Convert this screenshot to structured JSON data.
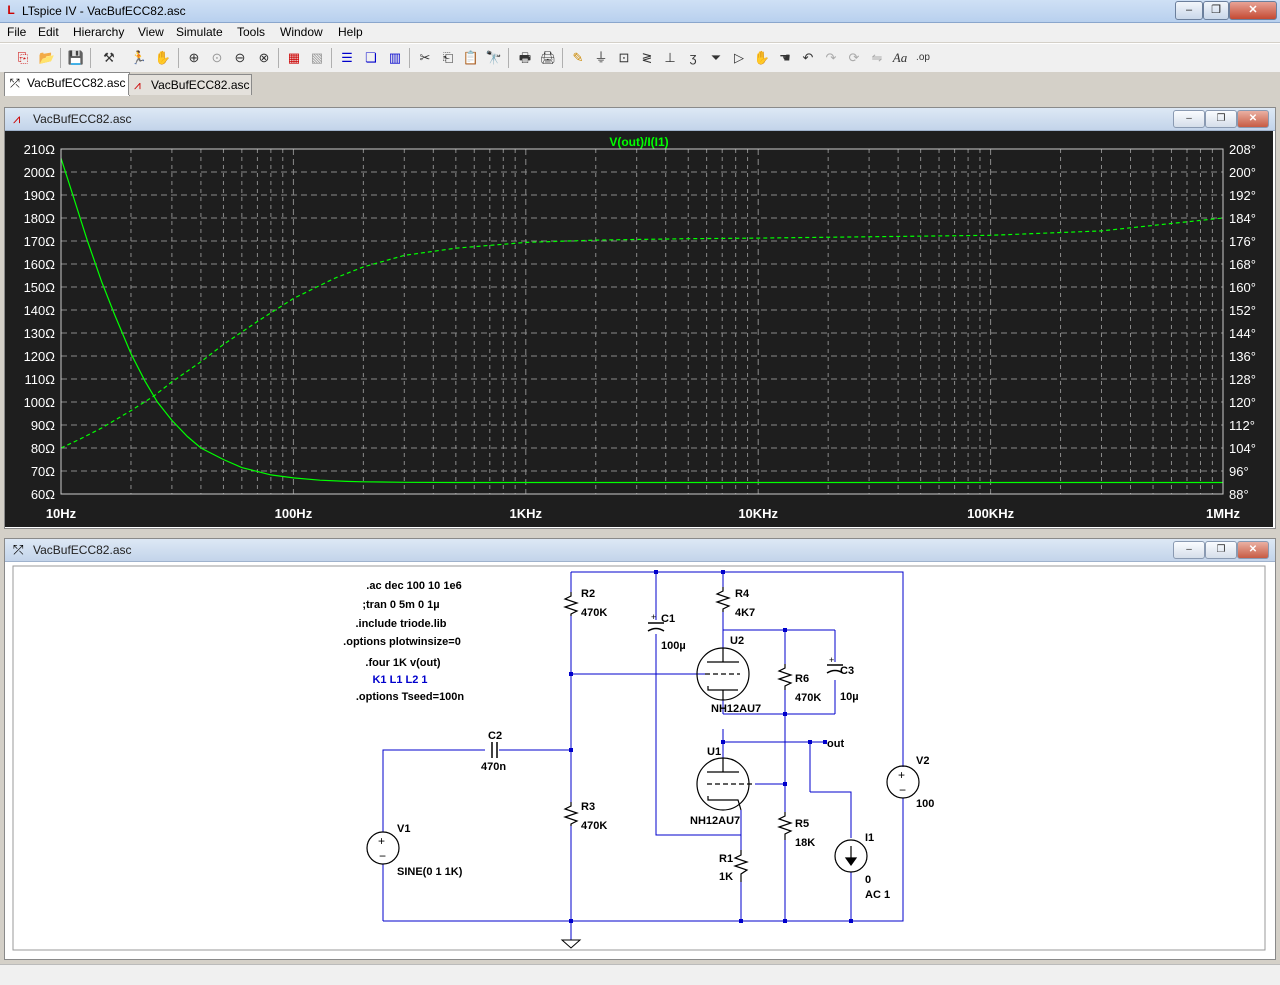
{
  "window": {
    "title": "LTspice IV - VacBufECC82.asc",
    "controls": [
      "minimize",
      "maximize",
      "close"
    ]
  },
  "menu": [
    "File",
    "Edit",
    "Hierarchy",
    "View",
    "Simulate",
    "Tools",
    "Window",
    "Help"
  ],
  "toolbar_icons": [
    "open-schematic-icon",
    "open-file-icon",
    "save-icon",
    "control-panel-icon",
    "run-icon",
    "halt-icon",
    "zoom-in-icon",
    "zoom-area-icon",
    "zoom-out-icon",
    "zoom-fit-icon",
    "autorange-icon",
    "grid-icon",
    "tile-horizontal-icon",
    "cascade-icon",
    "tile-vertical-icon",
    "cut-icon",
    "copy-icon",
    "paste-icon",
    "find-icon",
    "print-preview-icon",
    "print-icon",
    "draw-wire-icon",
    "ground-icon",
    "label-icon",
    "resistor-icon",
    "capacitor-icon",
    "inductor-icon",
    "diode-icon",
    "component-icon",
    "move-icon",
    "drag-icon",
    "undo-icon",
    "redo-icon",
    "rotate-icon",
    "mirror-icon",
    "text-icon",
    "spice-directive-icon"
  ],
  "tabs": [
    {
      "label": "VacBufECC82.asc"
    },
    {
      "label": "VacBufECC82.asc"
    }
  ],
  "plot_window": {
    "title": "VacBufECC82.asc",
    "trace_label": "V(out)/I(I1)",
    "trace_color": "#00ff00",
    "background": "#1e1e1e"
  },
  "chart_data": {
    "type": "line",
    "title": "V(out)/I(I1)",
    "x_scale": "log",
    "xlim": [
      10,
      1000000
    ],
    "x_tick_labels": [
      "10Hz",
      "100Hz",
      "1KHz",
      "10KHz",
      "100KHz",
      "1MHz"
    ],
    "x_tick_values": [
      10,
      100,
      1000,
      10000,
      100000,
      1000000
    ],
    "ylim_left": [
      60,
      210
    ],
    "y_left_ticks": [
      "210Ω",
      "200Ω",
      "190Ω",
      "180Ω",
      "170Ω",
      "160Ω",
      "150Ω",
      "140Ω",
      "130Ω",
      "120Ω",
      "110Ω",
      "100Ω",
      "90Ω",
      "80Ω",
      "70Ω",
      "60Ω"
    ],
    "ylim_right": [
      88,
      208
    ],
    "y_right_ticks": [
      "208°",
      "200°",
      "192°",
      "184°",
      "176°",
      "168°",
      "160°",
      "152°",
      "144°",
      "136°",
      "128°",
      "120°",
      "112°",
      "104°",
      "96°",
      "88°"
    ],
    "grid": true,
    "series": [
      {
        "style": "solid",
        "axis": "left",
        "x": [
          10,
          11,
          12,
          13,
          15,
          17,
          20,
          23,
          26,
          30,
          35,
          40,
          50,
          60,
          80,
          100,
          130,
          170,
          200,
          300,
          500,
          1000,
          10000,
          100000,
          1000000
        ],
        "y": [
          206,
          193,
          181,
          170,
          152,
          138,
          121,
          109,
          100,
          92,
          85,
          80,
          75,
          71.5,
          68.3,
          67,
          66,
          65.5,
          65.3,
          65.1,
          65,
          65,
          65,
          65,
          65
        ]
      },
      {
        "style": "dashed",
        "axis": "right",
        "x": [
          10,
          12,
          15,
          20,
          25,
          30,
          40,
          50,
          70,
          100,
          150,
          200,
          300,
          500,
          1000,
          2000,
          5000,
          10000,
          100000,
          300000,
          1000000
        ],
        "y": [
          104,
          107,
          111,
          117,
          122,
          127,
          134,
          140,
          148,
          156,
          163,
          167,
          171,
          173.5,
          175.5,
          176.3,
          176.8,
          177,
          178,
          179.5,
          184
        ]
      }
    ]
  },
  "schematic_window": {
    "title": "VacBufECC82.asc",
    "directives": [
      {
        "text": ".ac dec 100 10 1e6",
        "color": "#000000"
      },
      {
        "text": ";tran 0 5m 0 1µ",
        "color": "#000000"
      },
      {
        "text": ".include triode.lib",
        "color": "#000000"
      },
      {
        "text": ".options plotwinsize=0",
        "color": "#000000"
      },
      {
        "text": ".four 1K v(out)",
        "color": "#000000"
      },
      {
        "text": "K1 L1 L2 1",
        "color": "#0000cc"
      },
      {
        "text": ".options Tseed=100n",
        "color": "#000000"
      }
    ],
    "components": {
      "R2": {
        "name": "R2",
        "value": "470K"
      },
      "R3": {
        "name": "R3",
        "value": "470K"
      },
      "R4": {
        "name": "R4",
        "value": "4K7"
      },
      "R6": {
        "name": "R6",
        "value": "470K"
      },
      "R5": {
        "name": "R5",
        "value": "18K"
      },
      "R1": {
        "name": "R1",
        "value": "1K"
      },
      "C1": {
        "name": "C1",
        "value": "100µ"
      },
      "C2": {
        "name": "C2",
        "value": "470n"
      },
      "C3": {
        "name": "C3",
        "value": "10µ"
      },
      "U1": {
        "name": "U1",
        "value": "NH12AU7"
      },
      "U2": {
        "name": "U2",
        "value": "NH12AU7"
      },
      "V1": {
        "name": "V1",
        "value": "SINE(0 1 1K)"
      },
      "V2": {
        "name": "V2",
        "value": "100"
      },
      "I1": {
        "name": "I1",
        "value": "0",
        "value2": "AC 1"
      }
    },
    "net_label": "out"
  }
}
